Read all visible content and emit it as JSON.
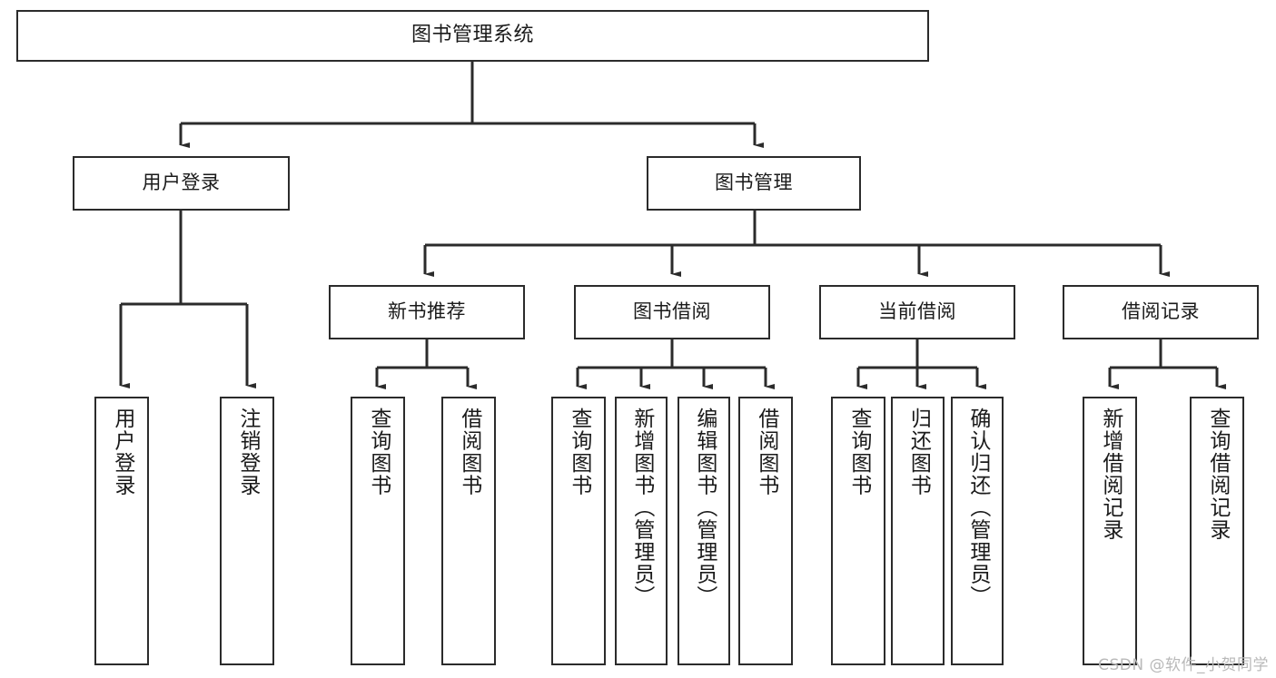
{
  "diagram": {
    "title": "图书管理系统",
    "watermark": "CSDN @软件_小贺同学",
    "stroke_color": "#2b2b2b",
    "background_color": "#ffffff",
    "text_color": "#1a1a1a",
    "watermark_color": "#b9b9b9"
  },
  "nodes": {
    "root": {
      "label": "图书管理系统"
    },
    "level2": [
      {
        "label": "用户登录"
      },
      {
        "label": "图书管理"
      }
    ],
    "level3": [
      {
        "label": "新书推荐"
      },
      {
        "label": "图书借阅"
      },
      {
        "label": "当前借阅"
      },
      {
        "label": "借阅记录"
      }
    ],
    "leaves": {
      "user_login": [
        {
          "label": "用户登录"
        },
        {
          "label": "注销登录"
        }
      ],
      "new_book_recommend": [
        {
          "label": "查询图书"
        },
        {
          "label": "借阅图书"
        }
      ],
      "book_borrow": [
        {
          "label": "查询图书"
        },
        {
          "label": "新增图书（管理员）"
        },
        {
          "label": "编辑图书（管理员）"
        },
        {
          "label": "借阅图书"
        }
      ],
      "current_borrow": [
        {
          "label": "查询图书"
        },
        {
          "label": "归还图书"
        },
        {
          "label": "确认归还（管理员）"
        }
      ],
      "borrow_record": [
        {
          "label": "新增借阅记录"
        },
        {
          "label": "查询借阅记录"
        }
      ]
    }
  },
  "chart_data": {
    "type": "tree",
    "title": "图书管理系统",
    "root": "图书管理系统",
    "edges": [
      [
        "图书管理系统",
        "用户登录"
      ],
      [
        "图书管理系统",
        "图书管理"
      ],
      [
        "用户登录",
        "用户登录"
      ],
      [
        "用户登录",
        "注销登录"
      ],
      [
        "图书管理",
        "新书推荐"
      ],
      [
        "图书管理",
        "图书借阅"
      ],
      [
        "图书管理",
        "当前借阅"
      ],
      [
        "图书管理",
        "借阅记录"
      ],
      [
        "新书推荐",
        "查询图书"
      ],
      [
        "新书推荐",
        "借阅图书"
      ],
      [
        "图书借阅",
        "查询图书"
      ],
      [
        "图书借阅",
        "新增图书（管理员）"
      ],
      [
        "图书借阅",
        "编辑图书（管理员）"
      ],
      [
        "图书借阅",
        "借阅图书"
      ],
      [
        "当前借阅",
        "查询图书"
      ],
      [
        "当前借阅",
        "归还图书"
      ],
      [
        "当前借阅",
        "确认归还（管理员）"
      ],
      [
        "借阅记录",
        "新增借阅记录"
      ],
      [
        "借阅记录",
        "查询借阅记录"
      ]
    ],
    "levels": 4,
    "orientation": "top-down"
  }
}
